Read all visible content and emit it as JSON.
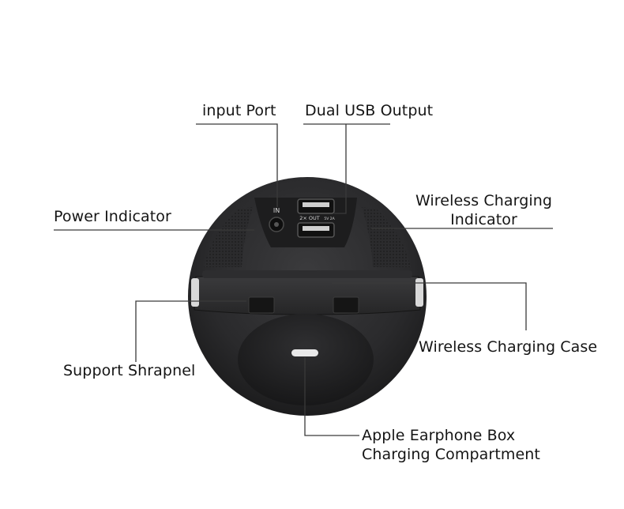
{
  "labels": {
    "input_port": "input Port",
    "dual_usb_output": "Dual USB Output",
    "power_indicator": "Power Indicator",
    "wireless_indicator_line1": "Wireless Charging",
    "wireless_indicator_line2": "Indicator",
    "wireless_case": "Wireless Charging Case",
    "support_shrapnel": "Support Shrapnel",
    "earphone_line1": "Apple Earphone Box",
    "earphone_line2": "Charging Compartment"
  },
  "device_text": {
    "in_marking": "IN",
    "out_marking": "2× OUT",
    "out_rating": "5V 2A"
  },
  "colors": {
    "leader_line": "#3a3a3a",
    "device_body": "#2c2c2e",
    "device_dark": "#1b1b1c",
    "indicator_light": "#e9e9e9"
  }
}
